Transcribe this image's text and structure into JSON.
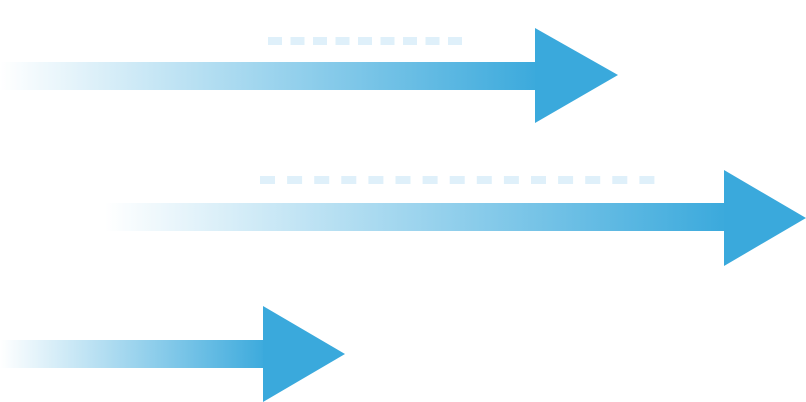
{
  "graphic": {
    "icon": "speed-arrows-icon",
    "colors": {
      "arrow": "#3aa9dc",
      "dash": "#dff0fa",
      "fade_start": "#ffffff"
    },
    "arrows": [
      {
        "name": "arrow-top",
        "dashes": 9
      },
      {
        "name": "arrow-middle",
        "dashes": 15
      },
      {
        "name": "arrow-bottom",
        "dashes": 0
      }
    ]
  }
}
